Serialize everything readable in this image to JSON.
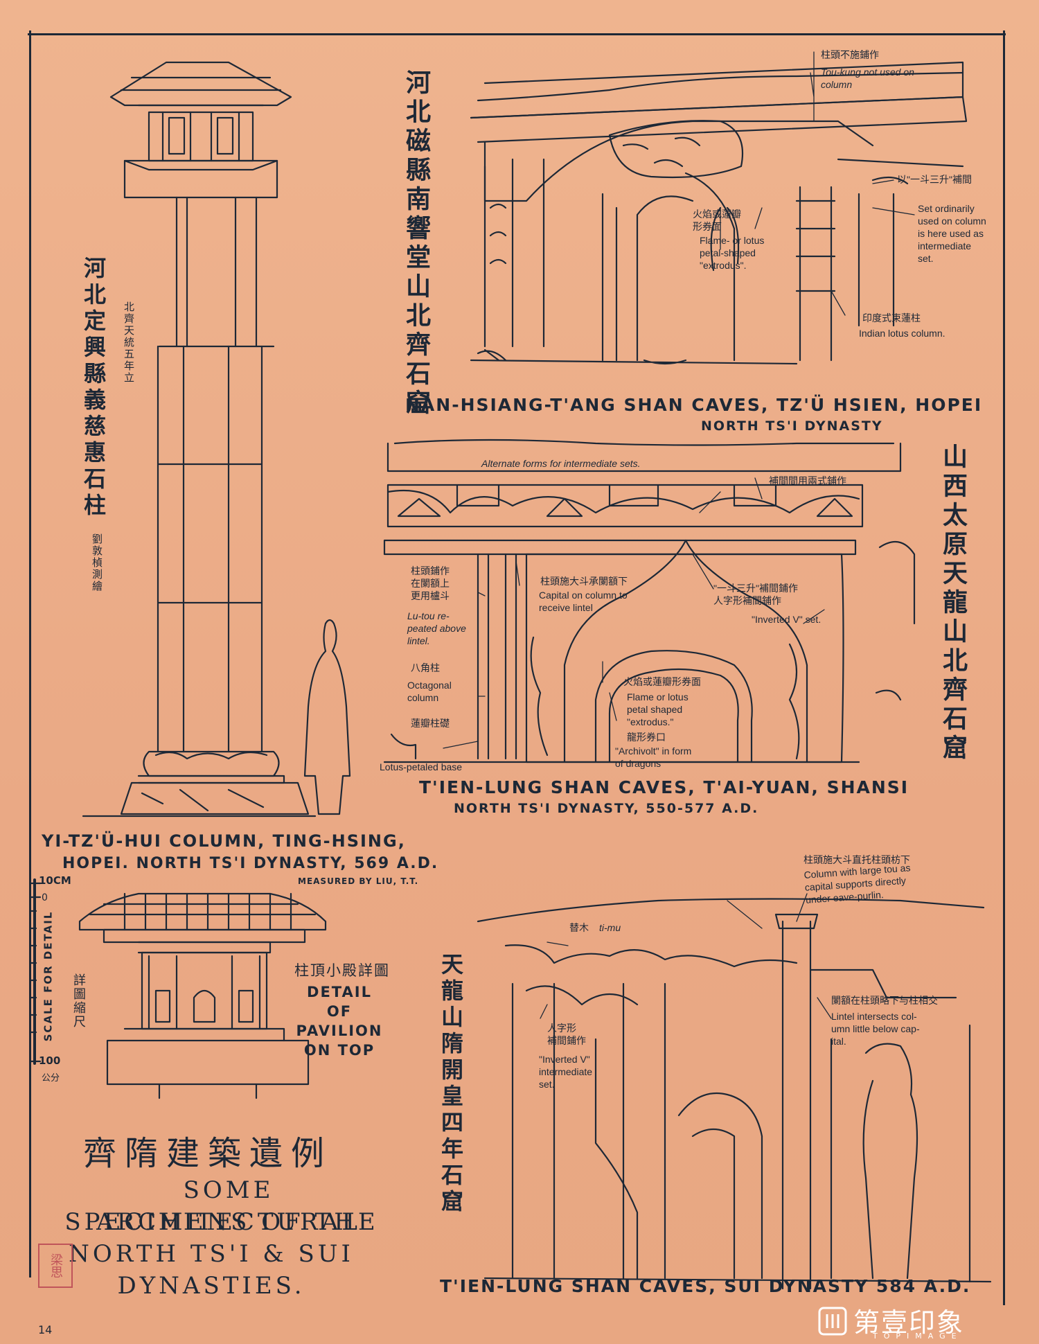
{
  "page": {
    "page_number": "14",
    "main_title_cn": "齊隋建築遺例",
    "main_title_en": [
      "SOME ARCHITECTURAL",
      "SPECIMENS OF THE",
      "NORTH TS'I & SUI",
      "DYNASTIES."
    ],
    "seal_text": "梁思"
  },
  "yi_tzu_column": {
    "title_cn": "河北定興縣義慈惠石柱",
    "date_cn": "北齊天統五年立",
    "surveyor_cn": "劉敦楨測繪",
    "caption_line1": "YI-TZ'Ü-HUI COLUMN, TING-HSING,",
    "caption_line2": "HOPEI.   NORTH TS'I DYNASTY, 569 A.D.",
    "measured_by": "MEASURED BY LIU, T.T."
  },
  "scale_bar": {
    "top_label": "10CM",
    "zero_label": "0",
    "bottom_label": "100",
    "unit_cn": "公分",
    "label": "SCALE FOR DETAIL",
    "label_cn": "詳圖縮尺"
  },
  "pavilion_detail": {
    "label_cn": "柱頂小殿詳圖",
    "label_en": "DETAIL OF\nPAVILION\nON TOP"
  },
  "nan_hsiang_tang": {
    "title_cn": "河北磁縣南響堂山北齊石窟",
    "caption_line1": "NAN-HSIANG-T'ANG SHAN CAVES, TZ'Ü HSIEN, HOPEI",
    "caption_line2": "NORTH TS'I DYNASTY",
    "notes": {
      "toukung_cn": "柱頭不施鋪作",
      "toukung_en": "Tou-kung not used on\ncolumn",
      "set_cn": "以\"一斗三升\"補間",
      "set_en": "Set ordinarily\nused on column\nis here used as\nintermediate\nset.",
      "flame_cn": "火焰或蓮瓣\n形券面",
      "flame_en": "Flame- or lotus\npetal-shaped\n\"extrodus\".",
      "lotus_cn": "印度式束蓮柱",
      "lotus_en": "Indian lotus column."
    }
  },
  "tien_lung_ts_i": {
    "title_cn": "山西太原天龍山北齊石窟",
    "caption_line1": "T'IEN-LUNG SHAN CAVES, T'AI-YUAN, SHANSI",
    "caption_line2": "NORTH TS'I DYNASTY, 550-577 A.D.",
    "notes": {
      "alternate_en": "Alternate forms for intermediate sets.",
      "alternate_cn": "補間間用兩式鋪作",
      "lutou_cn": "柱頭鋪作\n在闌額上\n更用櫨斗",
      "lutou_en": "Lu-tou re-\npeated above\nlintel.",
      "capital_cn": "柱頭施大斗承闌額下",
      "capital_en": "Capital on column to\nreceive lintel",
      "invv_cn": "\"一斗三升\"補間鋪作\n人字形補間鋪作",
      "invv_en": "\"Inverted V\" set.",
      "octagonal_cn": "八角柱",
      "octagonal_en": "Octagonal\ncolumn",
      "flame_cn": "火焰或蓮瓣形券面",
      "flame_en": "Flame or lotus\npetal shaped\n\"extrodus.\"",
      "dragon_cn": "龍形券口",
      "dragon_en": "\"Archivolt\" in form\nof dragons",
      "base_cn": "蓮瓣柱礎",
      "base_en": "Lotus-petaled base"
    }
  },
  "tien_lung_sui": {
    "title_cn": "天龍山隋開皇四年石窟",
    "caption": "T'IEN-LUNG SHAN CAVES, SUI DYNASTY 584 A.D.",
    "notes": {
      "column_cn": "柱頭施大斗直托柱頭枋下",
      "column_en": "Column with large tou as\ncapital supports directly\nunder eave-purlin.",
      "timu_cn": "替木",
      "timu_en": "ti-mu",
      "invv_cn": "人字形\n補間鋪作",
      "invv_en": "\"Inverted V\"\nintermediate\nset.",
      "lintel_cn": "闌額在柱頭略下与柱相交",
      "lintel_en": "Lintel intersects col-\numn little below cap-\nital."
    }
  },
  "watermark": {
    "cn": "第壹印象",
    "en": "TOPIMAGE",
    "icon": "stamp-icon"
  }
}
